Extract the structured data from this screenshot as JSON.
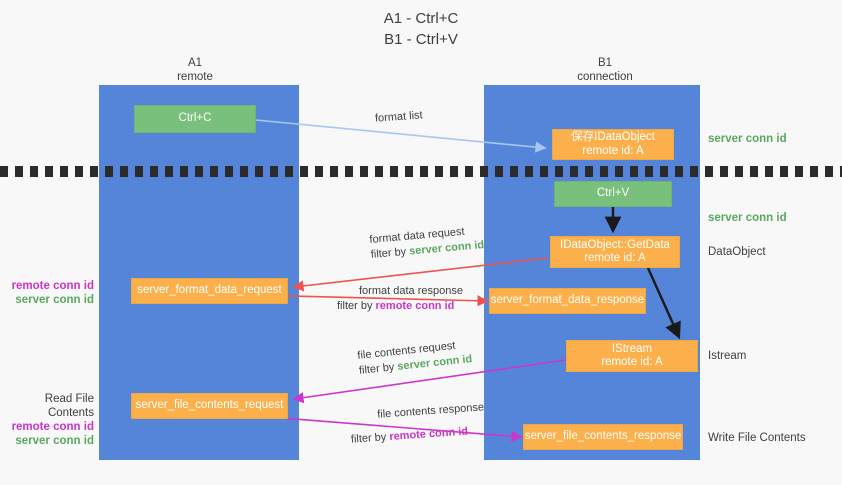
{
  "title": "A1 - Ctrl+C\nB1 - Ctrl+V",
  "columns": {
    "a1": {
      "header": "A1\nremote"
    },
    "b1": {
      "header": "B1\nconnection"
    }
  },
  "nodes": {
    "ctrl_c": "Ctrl+C",
    "save_idataobject": "保存IDataObject\nremote id: A",
    "ctrl_v": "Ctrl+V",
    "getdata": "IDataObject::GetData\nremote id: A",
    "format_data_request": "server_format_data_request",
    "format_data_response": "server_format_data_response",
    "istream": "IStream\nremote id: A",
    "file_contents_request": "server_file_contents_request",
    "file_contents_response": "server_file_contents_response"
  },
  "right_labels": {
    "server_conn_id_top": "server conn id",
    "server_conn_id_mid": "server conn id",
    "dataobject": "DataObject",
    "istream": "Istream",
    "write_file_contents": "Write File Contents"
  },
  "left_labels": {
    "read_file_contents": "Read File Contents",
    "remote_conn_id": "remote conn id",
    "server_conn_id": "server conn id"
  },
  "edges": {
    "format_list": "format list",
    "format_data_request": "format data request",
    "format_data_request_filter_prefix": "filter by ",
    "format_data_request_filter_key": "server conn id",
    "format_data_response": "format data response",
    "format_data_response_filter_prefix": "filter by ",
    "format_data_response_filter_key": "remote conn id",
    "file_contents_request": "file contents request",
    "file_contents_request_filter_prefix": "filter by ",
    "file_contents_request_filter_key": "server conn id",
    "file_contents_response": "file contents response",
    "file_contents_response_filter_prefix": "filter by ",
    "file_contents_response_filter_key": "remote conn id"
  },
  "colors": {
    "column": "#5585d8",
    "green_node": "#78c07c",
    "orange_node": "#fbb04c",
    "server_conn_id": "#5aa85f",
    "remote_conn_id": "#c936c9",
    "arrow_red": "#ef5350",
    "arrow_magenta": "#cc36cc",
    "arrow_blue": "#a6c8ea",
    "arrow_black": "#1a1a1a"
  }
}
